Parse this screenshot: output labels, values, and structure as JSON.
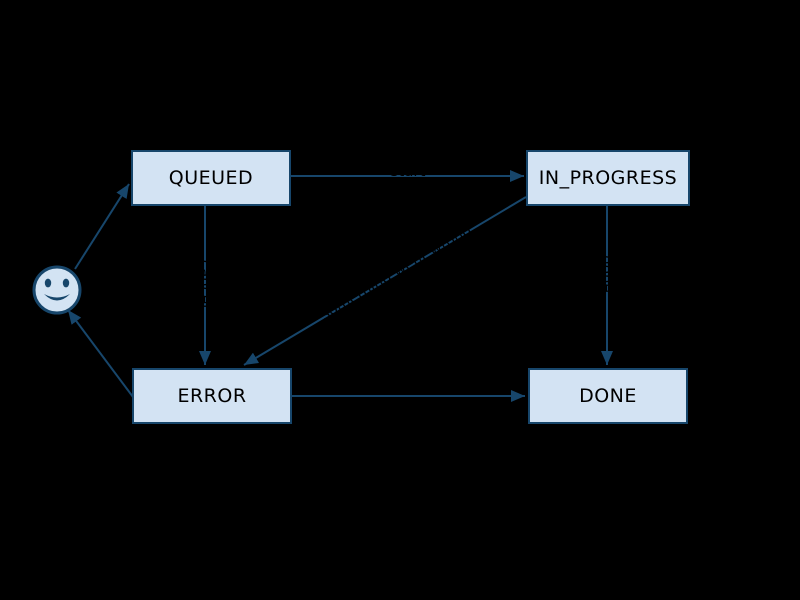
{
  "diagram": {
    "type": "state-machine",
    "background_color": "#000000",
    "colors": {
      "node_fill": "#d3e3f3",
      "node_border": "#17466b",
      "edge": "#17466b",
      "node_text": "#000000",
      "edge_label_text": "#000000"
    },
    "nodes": [
      {
        "id": "user",
        "kind": "smiley-actor",
        "label": ""
      },
      {
        "id": "queued",
        "kind": "box",
        "label": "QUEUED"
      },
      {
        "id": "in_progress",
        "kind": "box",
        "label": "IN_PROGRESS"
      },
      {
        "id": "error",
        "kind": "box",
        "label": "ERROR"
      },
      {
        "id": "done",
        "kind": "box",
        "label": "DONE"
      }
    ],
    "edges": [
      {
        "from": "user",
        "to": "queued",
        "label": ""
      },
      {
        "from": "queued",
        "to": "in_progress",
        "label": "start"
      },
      {
        "from": "queued",
        "to": "error",
        "label": "cancel"
      },
      {
        "from": "in_progress",
        "to": "error",
        "label": "something went wrong"
      },
      {
        "from": "in_progress",
        "to": "done",
        "label": "done"
      },
      {
        "from": "error",
        "to": "done",
        "label": ""
      },
      {
        "from": "error",
        "to": "user",
        "label": ""
      }
    ]
  }
}
